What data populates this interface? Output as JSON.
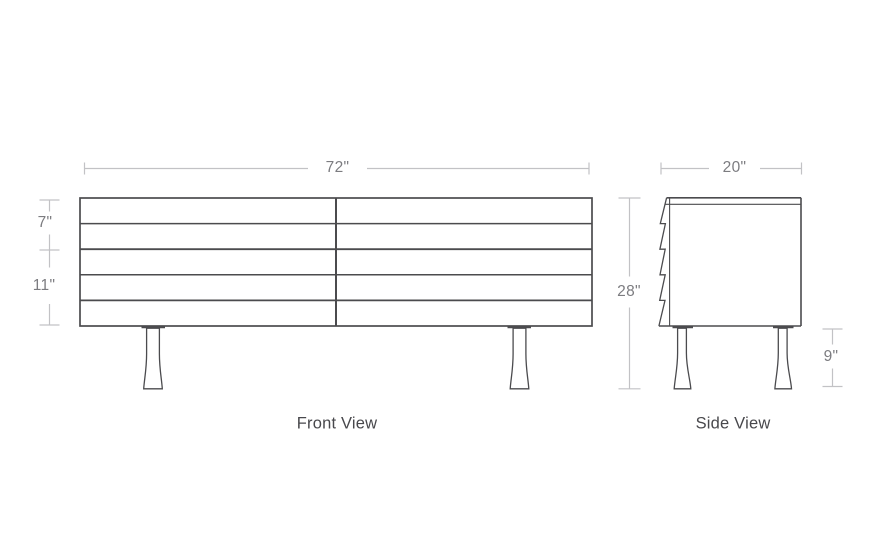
{
  "colors": {
    "drawing_line": "#4b4b4e",
    "dimension_line": "#c2c2c5",
    "dimension_text": "#7c7c80",
    "label_text": "#48484c",
    "page_bg": "#ffffff"
  },
  "diagram": {
    "front_view": {
      "label": "Front View",
      "width": "72\"",
      "top_drawer_height": "7\"",
      "bottom_drawer_height": "11\""
    },
    "side_view": {
      "label": "Side View",
      "depth": "20\"",
      "overall_height": "28\"",
      "leg_height": "9\""
    }
  }
}
